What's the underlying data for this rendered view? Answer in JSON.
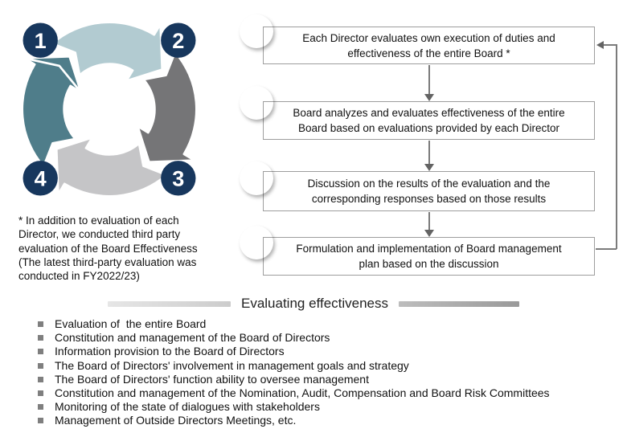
{
  "cycle": {
    "badges": [
      "1",
      "2",
      "3",
      "4"
    ],
    "colors": {
      "navy": "#17375d",
      "seg1": "#b2cbd1",
      "seg2": "#757577",
      "seg3": "#c5c5c7",
      "seg4": "#4f7d8a"
    }
  },
  "steps": [
    {
      "num": "1",
      "text": "Each Director evaluates own execution of duties and\neffectiveness of the entire Board *"
    },
    {
      "num": "2",
      "text": "Board analyzes and evaluates effectiveness of the entire\nBoard based on evaluations provided by each Director"
    },
    {
      "num": "3",
      "text": "Discussion on the results of the evaluation and the\ncorresponding responses based on those results"
    },
    {
      "num": "4",
      "text": "Formulation and implementation of Board management\nplan based on the discussion"
    }
  ],
  "footnote": "* In addition to evaluation of each\nDirector, we conducted third party\nevaluation of the Board Effectiveness\n(The latest third-party evaluation was\nconducted in FY2022/23)",
  "section": {
    "title": "Evaluating effectiveness"
  },
  "evaluation_items": [
    "Evaluation of  the entire Board",
    "Constitution and management of the Board of Directors",
    "Information provision to the Board of Directors",
    "The Board of Directors' involvement in management goals and strategy",
    "The Board of Directors' function ability to oversee management",
    "Constitution and management of the Nomination, Audit, Compensation and Board Risk Committees",
    "Monitoring of the state of dialogues with stakeholders",
    "Management of Outside Directors Meetings, etc."
  ]
}
